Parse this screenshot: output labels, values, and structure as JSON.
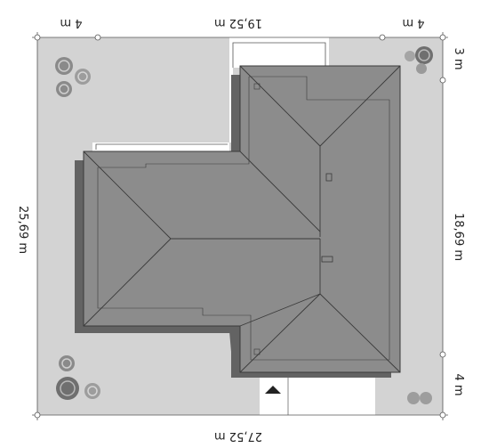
{
  "dimensions": {
    "top_left_setback": "4 m",
    "top_width": "19,52 m",
    "top_right_setback": "4 m",
    "right_top_setback": "3 m",
    "right_depth": "18,69 m",
    "right_bottom_setback": "4 m",
    "left_depth": "25,69 m",
    "bottom_width": "27,52 m"
  },
  "colors": {
    "plot": "#d3d3d3",
    "roof": "#8c8c8c",
    "roof_shadow": "#636363",
    "roof_lines": "#3a3a3a",
    "terrace": "#ffffff",
    "tree_dark": "#7a7a7a",
    "tree_light": "#a5a5a5"
  },
  "icons": {
    "entrance": "entrance-arrow-icon",
    "tree": "tree-icon",
    "corner_marker": "corner-marker-icon"
  }
}
